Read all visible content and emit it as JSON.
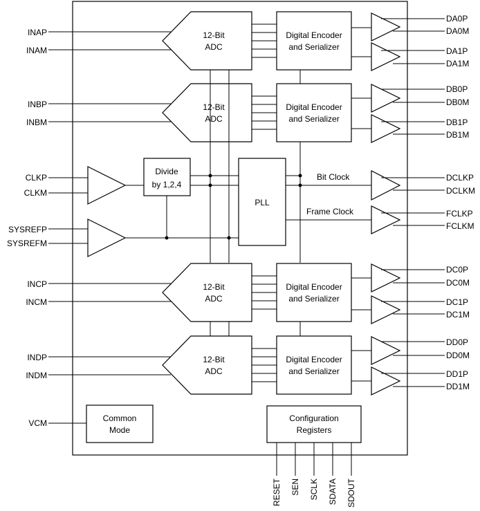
{
  "adc_label_line1": "12-Bit",
  "adc_label_line2": "ADC",
  "encoder_label_line1": "Digital Encoder",
  "encoder_label_line2": "and Serializer",
  "inputs": {
    "a": [
      "INAP",
      "INAM"
    ],
    "b": [
      "INBP",
      "INBM"
    ],
    "c": [
      "INCP",
      "INCM"
    ],
    "d": [
      "INDP",
      "INDM"
    ]
  },
  "outputs": {
    "a": [
      "DA0P",
      "DA0M",
      "DA1P",
      "DA1M"
    ],
    "b": [
      "DB0P",
      "DB0M",
      "DB1P",
      "DB1M"
    ],
    "c": [
      "DC0P",
      "DC0M",
      "DC1P",
      "DC1M"
    ],
    "d": [
      "DD0P",
      "DD0M",
      "DD1P",
      "DD1M"
    ]
  },
  "clock_inputs": [
    "CLKP",
    "CLKM"
  ],
  "sysref_inputs": [
    "SYSREFP",
    "SYSREFM"
  ],
  "divide_label_line1": "Divide",
  "divide_label_line2": "by 1,2,4",
  "pll_label": "PLL",
  "bit_clock_label": "Bit Clock",
  "frame_clock_label": "Frame Clock",
  "dclk_outputs": [
    "DCLKP",
    "DCLKM"
  ],
  "fclk_outputs": [
    "FCLKP",
    "FCLKM"
  ],
  "vcm_label": "VCM",
  "common_mode_line1": "Common",
  "common_mode_line2": "Mode",
  "config_line1": "Configuration",
  "config_line2": "Registers",
  "serial_pins": [
    "RESET",
    "SEN",
    "SCLK",
    "SDATA",
    "SDOUT"
  ]
}
